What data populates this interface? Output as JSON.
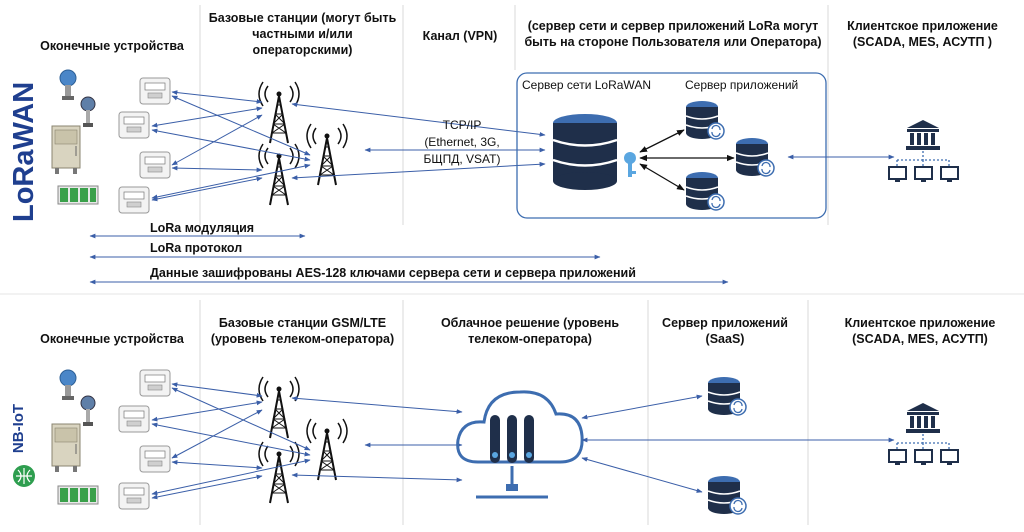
{
  "top": {
    "headers": {
      "devices": "Оконечные устройства",
      "base_stations": "Базовые станции (могут быть частными и/или операторскими)",
      "channel": "Канал (VPN)",
      "servers_note": "(сервер сети и сервер приложений LoRa могут быть на стороне Пользователя или Оператора)",
      "client_app": "Клиентское приложение (SCADA, MES, АСУТП )"
    },
    "network_server": "Сервер сети LoRaWAN",
    "app_server": "Сервер приложений",
    "tcpip": [
      "TCP/IP",
      "(Ethernet, 3G,",
      "БЩПД, VSAT)"
    ],
    "layers": [
      "LoRa модуляция",
      "LoRa протокол",
      "Данные зашифрованы AES-128 ключами сервера сети и сервера приложений"
    ],
    "logo": "LoRaWAN"
  },
  "bottom": {
    "headers": {
      "devices": "Оконечные устройства",
      "base_stations": "Базовые станции GSM/LTE (уровень телеком-оператора)",
      "cloud": "Облачное решение (уровень телеком-оператора)",
      "app_server": "Сервер приложений (SaaS)",
      "client_app": "Клиентское приложение (SCADA, MES, АСУТП)"
    },
    "logo": "NB-IoT"
  },
  "colors": {
    "arrow": "#3b5fa8",
    "server_blue": "#3d6db0",
    "server_dark": "#1f2f4a",
    "logo_blue": "#1f3f8f",
    "nb_green": "#2e9e4f"
  }
}
